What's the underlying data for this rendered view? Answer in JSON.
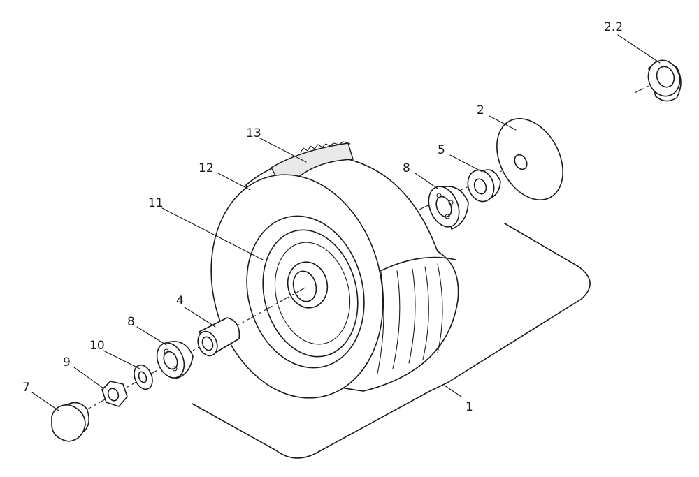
{
  "diagram": {
    "part_labels": {
      "p1": "1",
      "p2": "2",
      "p2_2": "2.2",
      "p4": "4",
      "p5": "5",
      "p7": "7",
      "p8a": "8",
      "p8b": "8",
      "p9": "9",
      "p10": "10",
      "p11": "11",
      "p12": "12",
      "p13": "13"
    }
  }
}
